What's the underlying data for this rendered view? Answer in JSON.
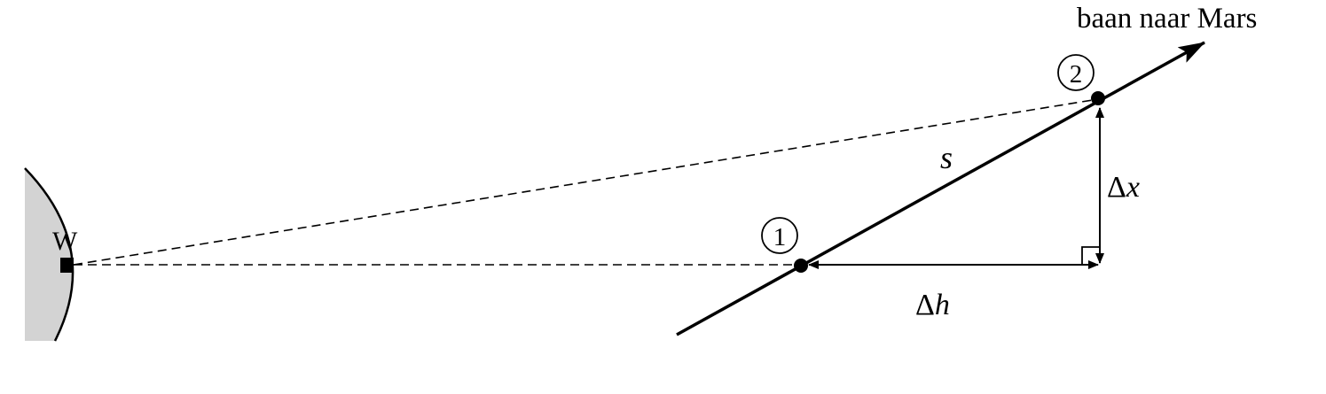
{
  "labels": {
    "trajectory": "baan naar Mars",
    "station": "W",
    "point1": "1",
    "point2": "2",
    "distance": "s",
    "delta_x_symbol": "Δ",
    "delta_x_var": "x",
    "delta_h_symbol": "Δ",
    "delta_h_var": "h"
  },
  "colors": {
    "ink": "#000000",
    "planet_fill": "#d3d3d3"
  }
}
